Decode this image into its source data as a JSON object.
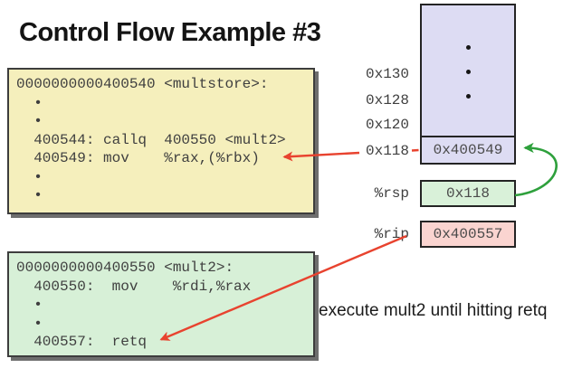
{
  "title": "Control Flow Example #3",
  "caption": "execute mult2 until hitting retq",
  "code_boxes": {
    "multstore": {
      "lines": [
        "0000000000400540 <multstore>:",
        "  •",
        "  •",
        "  400544: callq  400550 <mult2>",
        "  400549: mov    %rax,(%rbx)",
        "  •",
        "  •"
      ]
    },
    "mult2": {
      "lines": [
        "0000000000400550 <mult2>:",
        "  400550:  mov    %rdi,%rax",
        "  •",
        "  •",
        "  400557:  retq"
      ]
    }
  },
  "stack": {
    "address_labels": [
      "0x130",
      "0x128",
      "0x120",
      "0x118"
    ],
    "frame_value": "0x400549"
  },
  "registers": [
    {
      "name": "%rsp",
      "value": "0x118"
    },
    {
      "name": "%rip",
      "value": "0x400557"
    }
  ],
  "colors": {
    "multstore_box_fill": "#f5efbc",
    "mult2_box_fill": "#d7f0d7",
    "stack_fill": "#dddcf3",
    "rsp_box_fill": "#d9f1d9",
    "rip_box_fill": "#fad4d0",
    "arrow_red": "#e8432f",
    "arrow_green": "#2ea03c"
  }
}
